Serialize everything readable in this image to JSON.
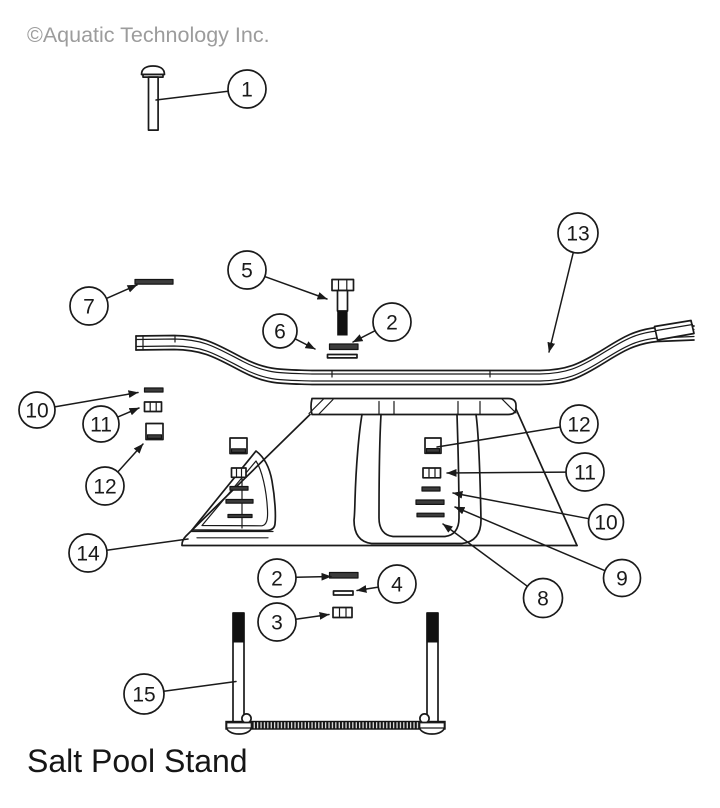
{
  "page": {
    "background": "#ffffff"
  },
  "header": {
    "copyright": "©Aquatic Technology Inc."
  },
  "footer": {
    "title": "Salt Pool Stand"
  },
  "colors": {
    "line": "#1a1a1a",
    "dark_fill": "#3c3c3c",
    "muted_text": "#9c9c9c",
    "background": "#ffffff"
  },
  "diagram": {
    "type": "exploded-parts-diagram",
    "callouts": {
      "b1": {
        "label": "1"
      },
      "b2_top": {
        "label": "2"
      },
      "b2_bottom": {
        "label": "2"
      },
      "b3": {
        "label": "3"
      },
      "b4": {
        "label": "4"
      },
      "b5": {
        "label": "5"
      },
      "b6": {
        "label": "6"
      },
      "b7": {
        "label": "7"
      },
      "b8": {
        "label": "8"
      },
      "b9": {
        "label": "9"
      },
      "b10_left": {
        "label": "10"
      },
      "b10_right": {
        "label": "10"
      },
      "b11_left": {
        "label": "11"
      },
      "b11_right": {
        "label": "11"
      },
      "b12_left": {
        "label": "12"
      },
      "b12_right": {
        "label": "12"
      },
      "b13": {
        "label": "13"
      },
      "b14": {
        "label": "14"
      },
      "b15": {
        "label": "15"
      }
    }
  }
}
